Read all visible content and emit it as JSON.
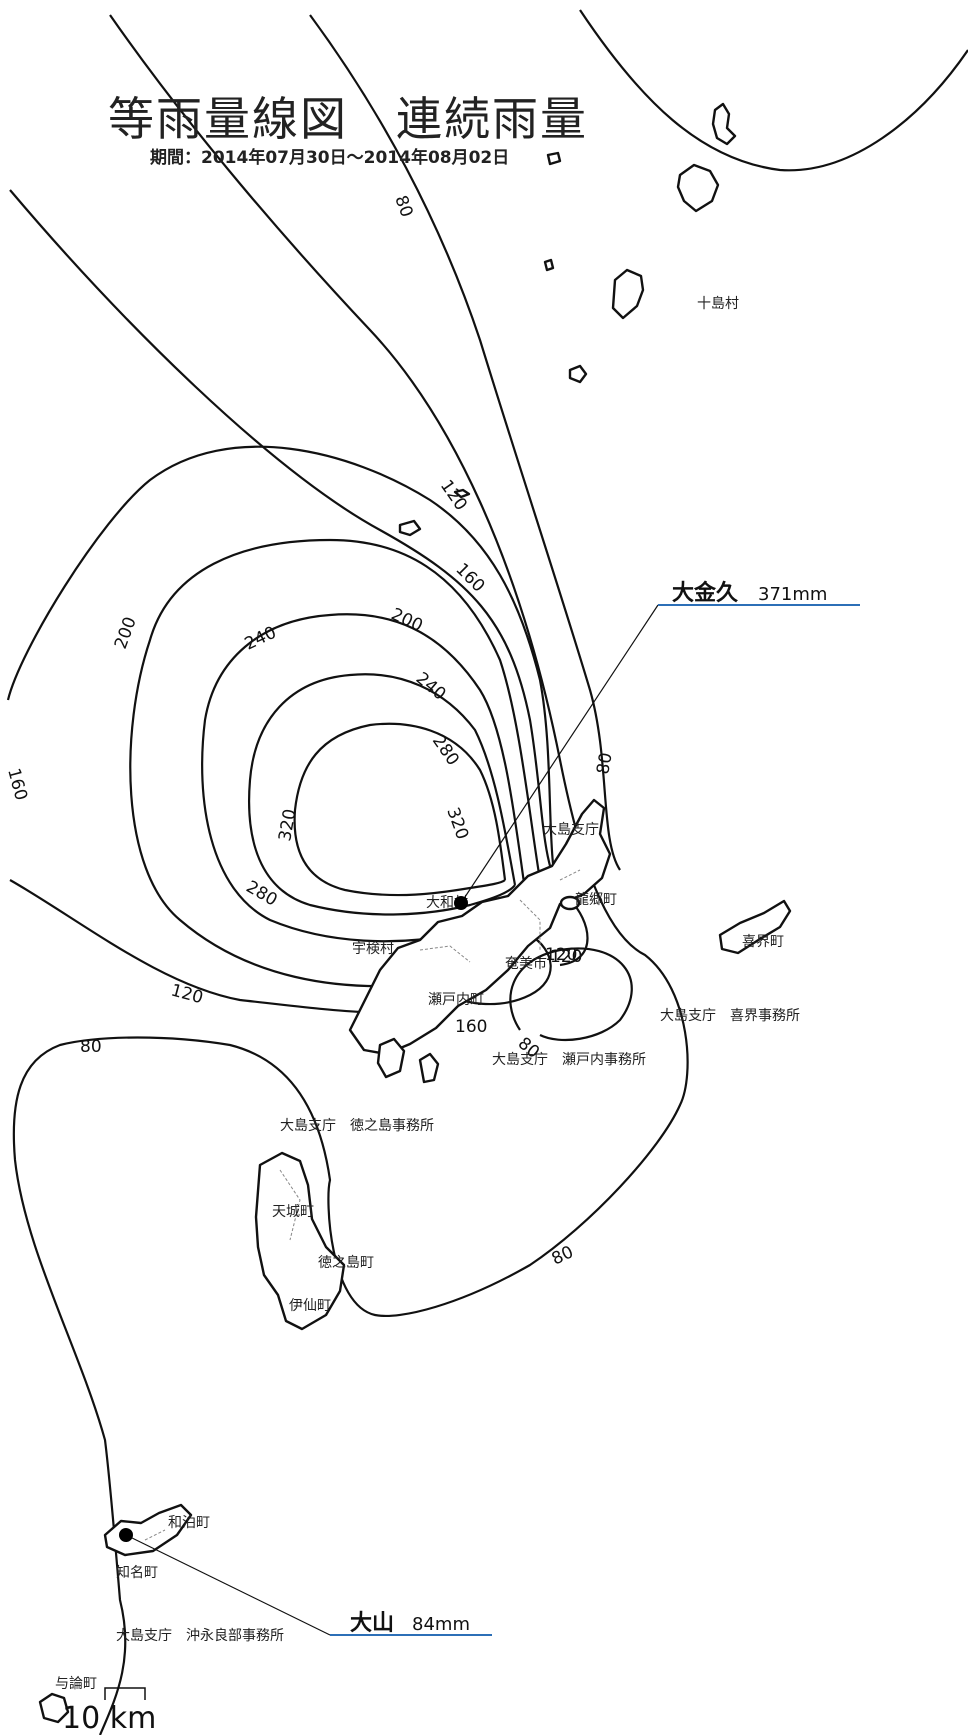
{
  "title": "等雨量線図　連続雨量",
  "period": "期間：2014年07月30日～2014年08月02日",
  "stations": [
    {
      "name": "大金久",
      "value": "371mm"
    },
    {
      "name": "大山",
      "value": "84mm"
    }
  ],
  "places": {
    "toshima": "十島村",
    "oshima_shicho": "大島支庁",
    "yamato": "大和村",
    "uken": "宇検村",
    "tatsugo": "龍郷町",
    "setouchi": "瀬戸内町",
    "setouchi_office": "大島支庁　瀬戸内事務所",
    "kikai": "喜界町",
    "kikai_office": "大島支庁　喜界事務所",
    "tokunoshima_office": "大島支庁　徳之島事務所",
    "amagi": "天城町",
    "tokunoshima": "徳之島町",
    "isen": "伊仙町",
    "wadomari": "和泊町",
    "china": "知名町",
    "okinoerabu_office": "大島支庁　沖永良部事務所",
    "yoron": "与論町",
    "amami_city": "奄美市"
  },
  "contour_labels": [
    "80",
    "80",
    "80",
    "80",
    "80",
    "120",
    "120",
    "120",
    "160",
    "160",
    "200",
    "200",
    "240",
    "240",
    "280",
    "280",
    "320",
    "320",
    "120",
    "160",
    "200"
  ],
  "scale": "10 km"
}
